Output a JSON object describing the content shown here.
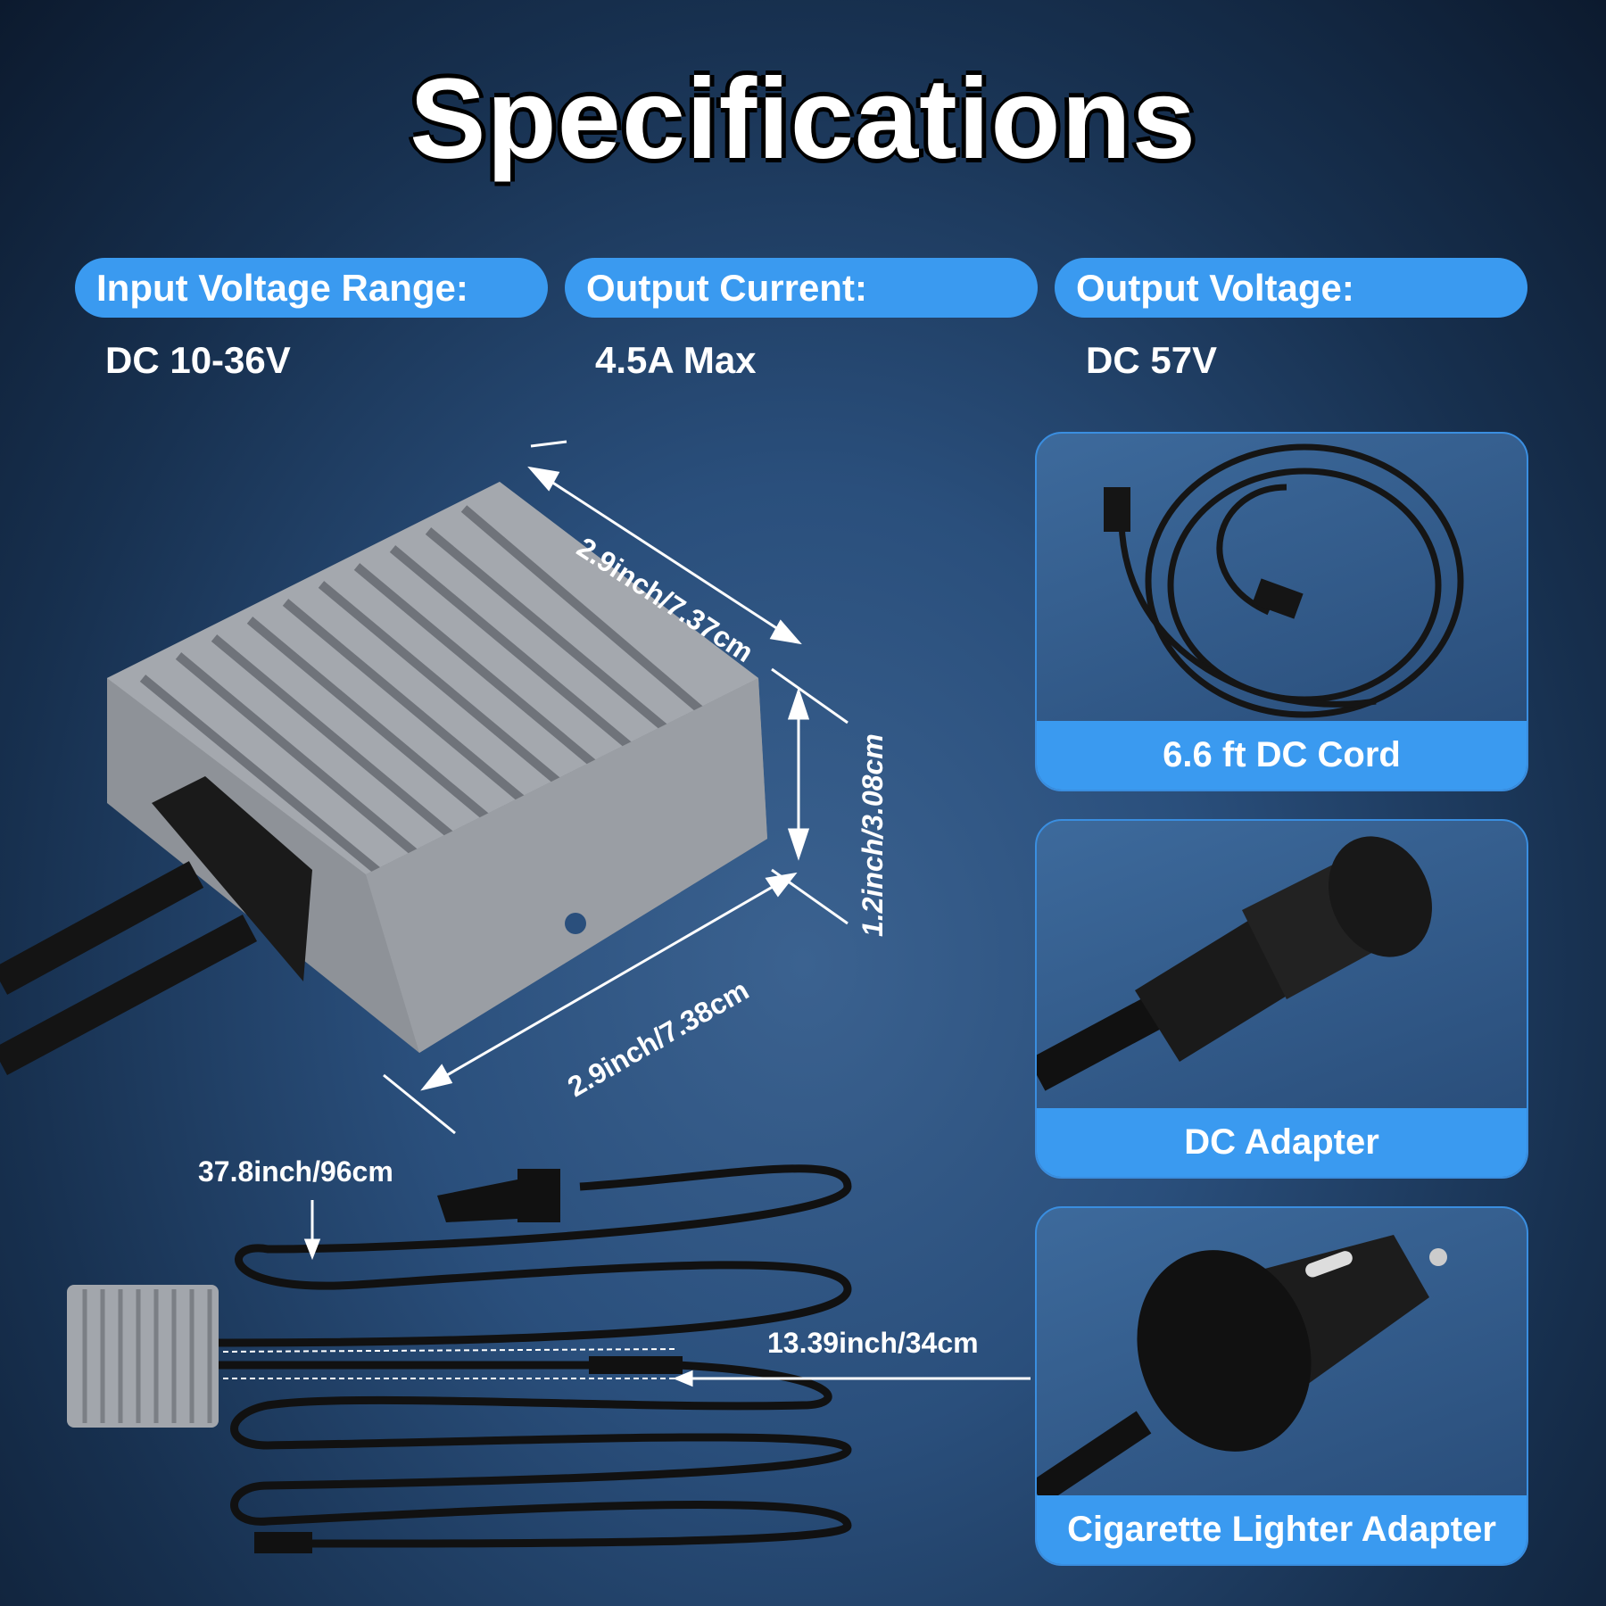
{
  "title": "Specifications",
  "specs": [
    {
      "label": "Input Voltage Range:",
      "value": "DC 10-36V"
    },
    {
      "label": "Output Current:",
      "value": "4.5A Max"
    },
    {
      "label": "Output Voltage:",
      "value": "DC 57V"
    }
  ],
  "dimensions": {
    "top_length": "2.9inch/7.37cm",
    "bottom_length": "2.9inch/7.38cm",
    "height": "1.2inch/3.08cm",
    "cable_length": "37.8inch/96cm",
    "pigtail_length": "13.39inch/34cm"
  },
  "accessories": [
    {
      "label": "6.6 ft DC Cord"
    },
    {
      "label": "DC Adapter"
    },
    {
      "label": "Cigarette Lighter Adapter"
    }
  ],
  "colors": {
    "accent": "#3a9af0",
    "background": "#2a4f7c"
  }
}
